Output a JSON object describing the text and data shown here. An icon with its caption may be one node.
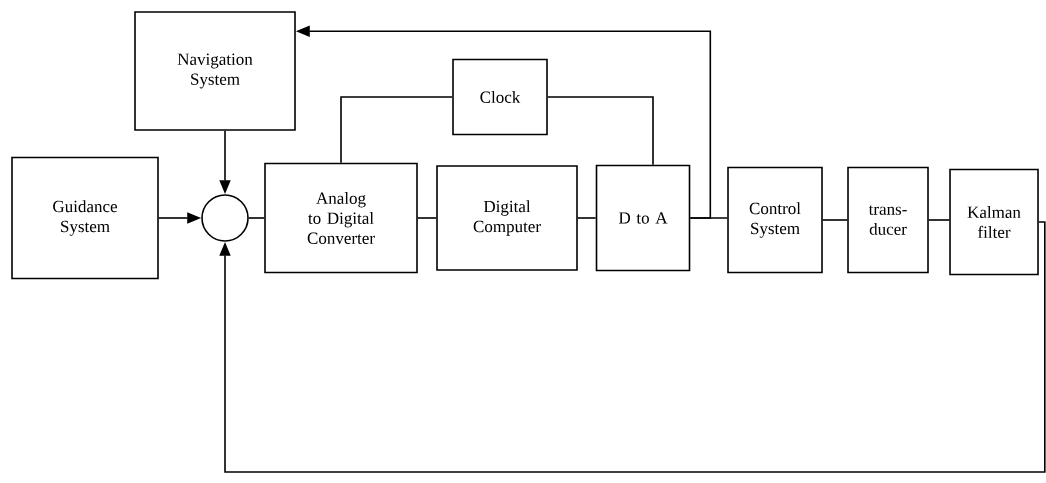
{
  "diagram": {
    "nodes": [
      {
        "text": [
          "Navigation System"
        ]
      },
      {
        "text": [
          "Clock"
        ]
      },
      {
        "text": [
          "Guidance System"
        ]
      },
      {
        "text": [],
        "shape": "circle"
      },
      {
        "text": [
          "Analog to Digital Converter"
        ]
      },
      {
        "text": [
          "Digital Computer"
        ]
      },
      {
        "text": [
          "D to A"
        ]
      },
      {
        "text": [
          "Control System"
        ]
      },
      {
        "text": [
          "trans- ducer"
        ]
      },
      {
        "text": [
          "Kalman filter"
        ]
      }
    ],
    "edges": [
      {
        "from": 0,
        "to": 3,
        "arrow": "to"
      },
      {
        "from": 2,
        "to": 3,
        "arrow": "to"
      },
      {
        "from": 3,
        "to": 4,
        "arrow": "none"
      },
      {
        "from": 1,
        "to": 4,
        "arrow": "none"
      },
      {
        "from": 1,
        "to": 6,
        "arrow": "none"
      },
      {
        "from": 4,
        "to": 5,
        "arrow": "none"
      },
      {
        "from": 5,
        "to": 6,
        "arrow": "none"
      },
      {
        "from": 6,
        "to": 7,
        "arrow": "none"
      },
      {
        "from": 6,
        "to": 0,
        "arrow": "to"
      },
      {
        "from": 7,
        "to": 8,
        "arrow": "none"
      },
      {
        "from": 8,
        "to": 9,
        "arrow": "none"
      },
      {
        "from": 9,
        "to": 3,
        "arrow": "to"
      }
    ]
  }
}
